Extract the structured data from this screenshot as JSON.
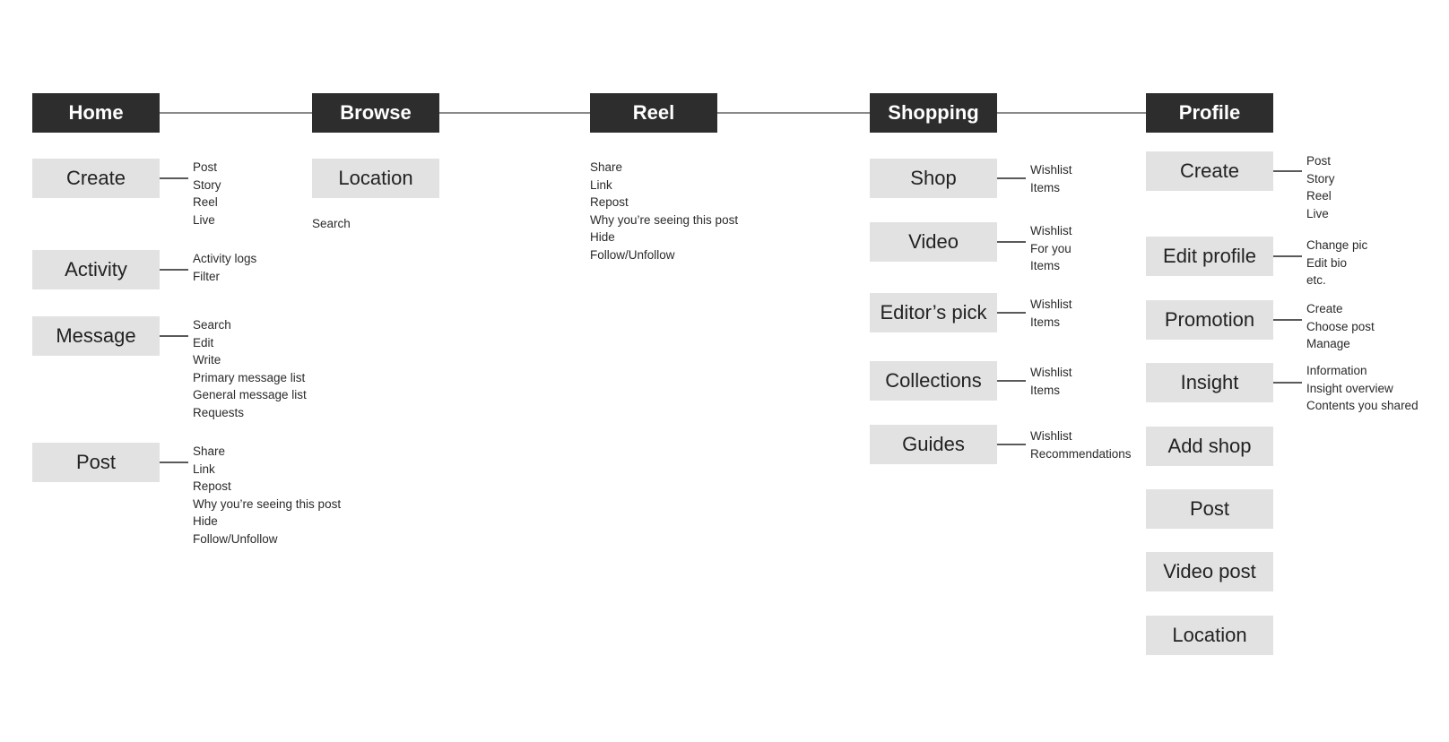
{
  "nav": {
    "home": "Home",
    "browse": "Browse",
    "reel": "Reel",
    "shopping": "Shopping",
    "profile": "Profile"
  },
  "home": {
    "create": {
      "label": "Create",
      "items": [
        "Post",
        "Story",
        "Reel",
        "Live"
      ]
    },
    "activity": {
      "label": "Activity",
      "items": [
        "Activity logs",
        "Filter"
      ]
    },
    "message": {
      "label": "Message",
      "items": [
        "Search",
        "Edit",
        "Write",
        "Primary message list",
        "General message list",
        "Requests"
      ]
    },
    "post": {
      "label": "Post",
      "items": [
        "Share",
        "Link",
        "Repost",
        "Why you’re seeing this post",
        "Hide",
        "Follow/Unfollow"
      ]
    }
  },
  "browse": {
    "location": {
      "label": "Location"
    },
    "search_label": "Search"
  },
  "reel": {
    "items": [
      "Share",
      "Link",
      "Repost",
      "Why you’re seeing this post",
      "Hide",
      "Follow/Unfollow"
    ]
  },
  "shopping": {
    "shop": {
      "label": "Shop",
      "items": [
        "Wishlist",
        "Items"
      ]
    },
    "video": {
      "label": "Video",
      "items": [
        "Wishlist",
        "For you",
        "Items"
      ]
    },
    "editors_pick": {
      "label": "Editor’s pick",
      "items": [
        "Wishlist",
        "Items"
      ]
    },
    "collections": {
      "label": "Collections",
      "items": [
        "Wishlist",
        "Items"
      ]
    },
    "guides": {
      "label": "Guides",
      "items": [
        "Wishlist",
        "Recommendations"
      ]
    }
  },
  "profile": {
    "create": {
      "label": "Create",
      "items": [
        "Post",
        "Story",
        "Reel",
        "Live"
      ]
    },
    "edit_profile": {
      "label": "Edit profile",
      "items": [
        "Change pic",
        "Edit bio",
        "etc."
      ]
    },
    "promotion": {
      "label": "Promotion",
      "items": [
        "Create",
        "Choose post",
        "Manage"
      ]
    },
    "insight": {
      "label": "Insight",
      "items": [
        "Information",
        "Insight overview",
        "Contents you shared"
      ]
    },
    "add_shop": {
      "label": "Add shop"
    },
    "post": {
      "label": "Post"
    },
    "video_post": {
      "label": "Video post"
    },
    "location": {
      "label": "Location"
    }
  }
}
